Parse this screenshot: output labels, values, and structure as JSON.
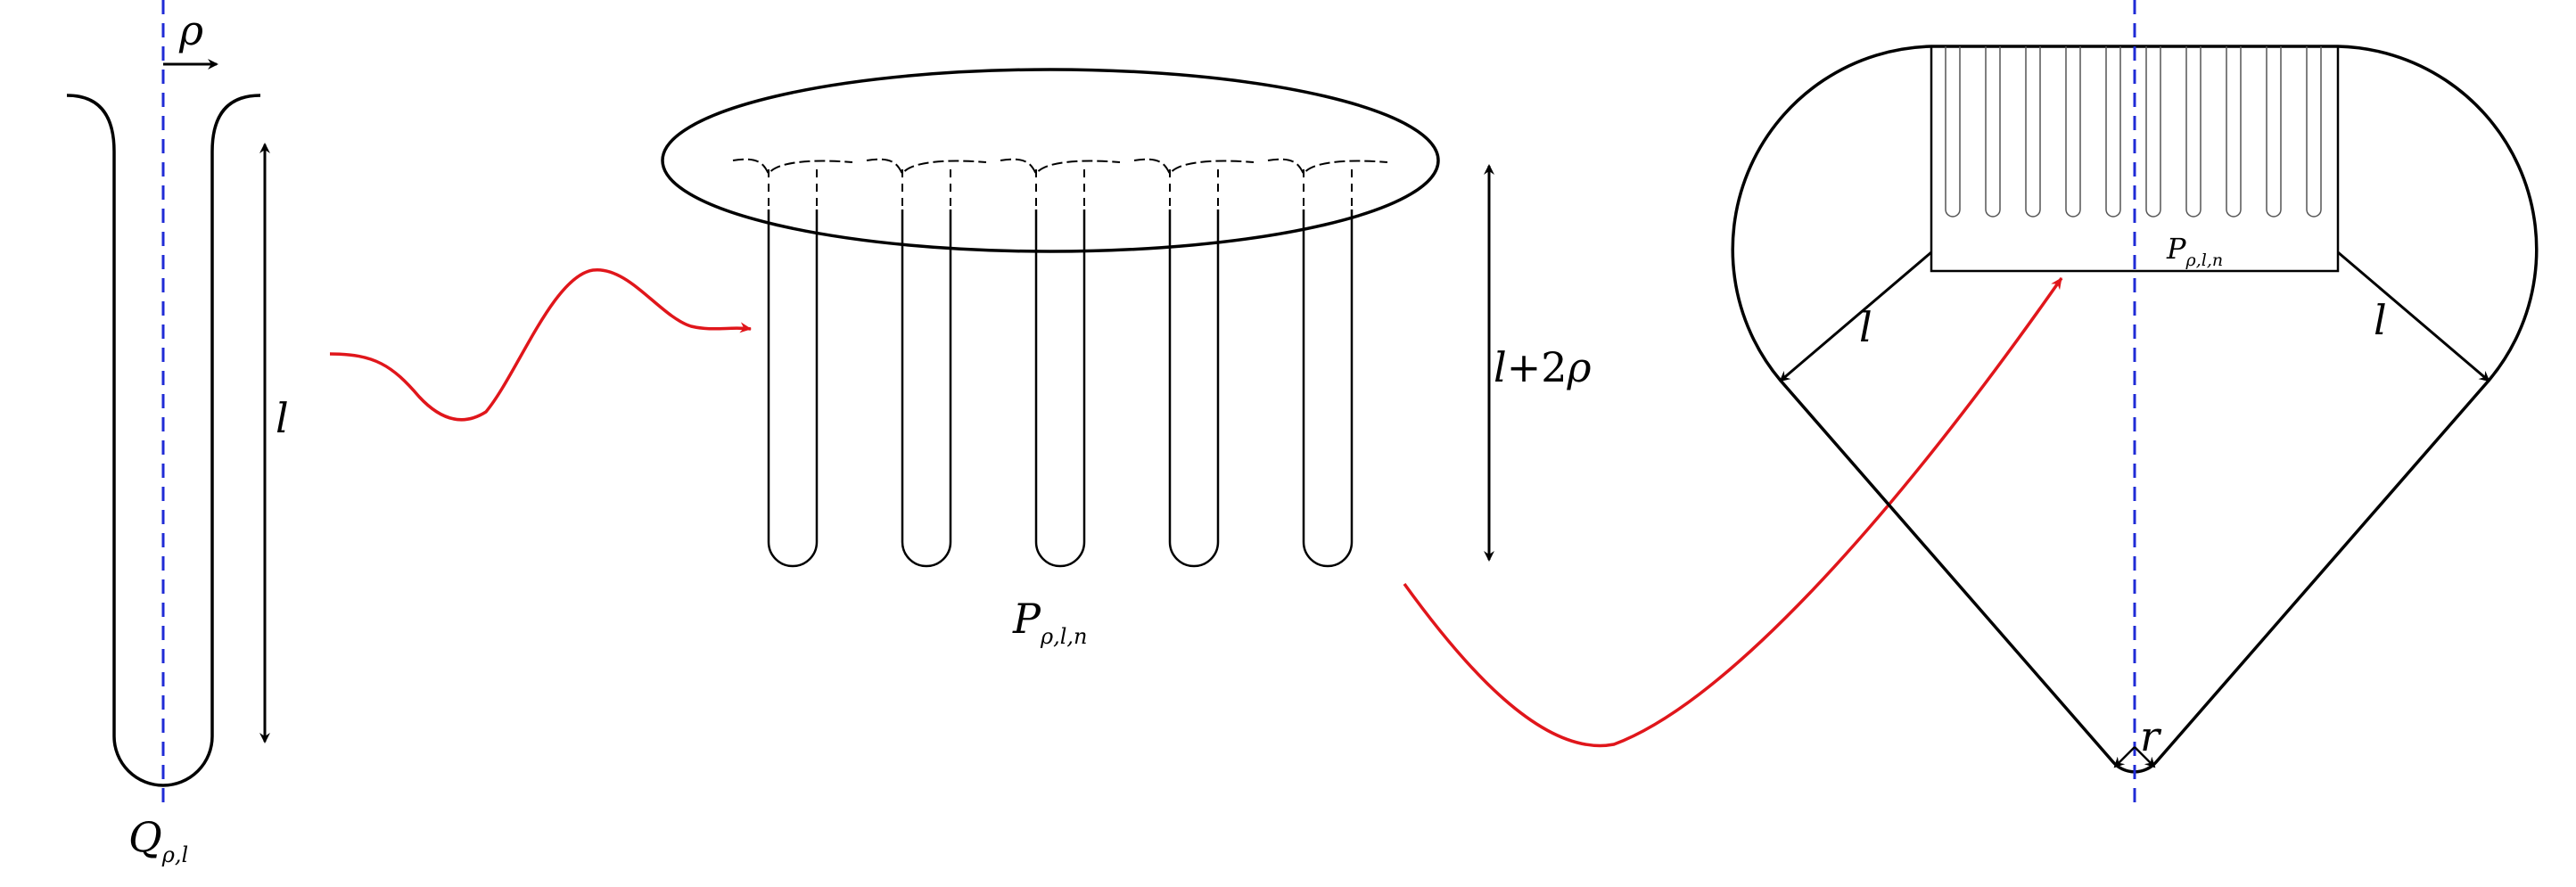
{
  "diagram": {
    "tube": {
      "rho_label": "ρ",
      "length_label": "l",
      "caption_main": "Q",
      "caption_sub": "ρ,l"
    },
    "comb": {
      "height_label_l": "l",
      "height_label_plus": "+2",
      "height_label_rho": "ρ",
      "caption_main": "P",
      "caption_sub": "ρ,l,n"
    },
    "cone": {
      "left_label": "l",
      "right_label": "l",
      "apex_label": "r",
      "inner_caption_main": "P",
      "inner_caption_sub": "ρ,l,n"
    },
    "colors": {
      "outline": "#000000",
      "axis": "#1f2bd6",
      "map_arrow": "#e0161b"
    }
  }
}
